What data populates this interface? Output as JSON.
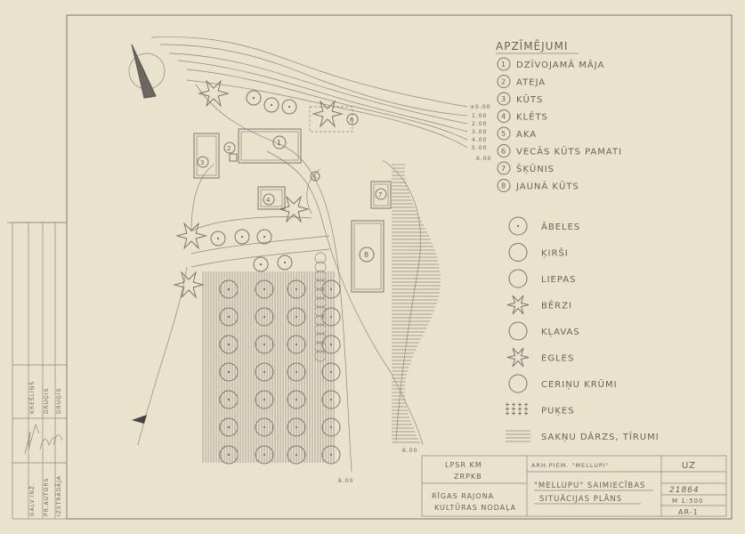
{
  "legend": {
    "title": "APZĪMĒJUMI",
    "numbered": [
      {
        "num": "1",
        "label": "DZĪVOJAMĀ MĀJA"
      },
      {
        "num": "2",
        "label": "ATEJA"
      },
      {
        "num": "3",
        "label": "KŪTS"
      },
      {
        "num": "4",
        "label": "KLĒTS"
      },
      {
        "num": "5",
        "label": "AKA"
      },
      {
        "num": "6",
        "label": "VECĀS KŪTS PAMATI"
      },
      {
        "num": "7",
        "label": "ŠĶŪNIS"
      },
      {
        "num": "8",
        "label": "JAUNĀ KŪTS"
      }
    ],
    "symbols": [
      {
        "icon": "apple-tree-icon",
        "label": "ĀBELES"
      },
      {
        "icon": "cherry-tree-icon",
        "label": "ĶIRŠI"
      },
      {
        "icon": "linden-tree-icon",
        "label": "LIEPAS"
      },
      {
        "icon": "birch-tree-icon",
        "label": "BĒRZI"
      },
      {
        "icon": "maple-tree-icon",
        "label": "KĻAVAS"
      },
      {
        "icon": "spruce-tree-icon",
        "label": "EGLES"
      },
      {
        "icon": "lilac-bush-icon",
        "label": "CERIŅU KRŪMI"
      },
      {
        "icon": "flowers-icon",
        "label": "PUĶES"
      },
      {
        "icon": "vegetable-garden-icon",
        "label": "SAKŅU DĀRZS, TĪRUMI"
      }
    ]
  },
  "contours": [
    "±0.00",
    "1.00",
    "2.00",
    "3.00",
    "4.00",
    "5.00",
    "6.00"
  ],
  "bottom_contours": [
    "6.00",
    "6.00"
  ],
  "title_block": {
    "org1": "LPSR KM",
    "org2": "ZRPKB",
    "org3": "RĪGAS RAJONA",
    "org4": "KULTŪRAS NODAĻA",
    "monument": "ARH.PIEM. \"MELLUPI\"",
    "title1": "\"MELLUPU\" SAIMIECĪBAS",
    "title2": "SITUĀCIJAS PLĀNS",
    "stage": "UZ",
    "number": "21864",
    "scale": "M 1:500",
    "sheet": "AR-1"
  },
  "signatures": {
    "roles": [
      "GALV.INŽ.",
      "PR.AUTORS",
      "IZSTRĀDĀJA"
    ],
    "names": [
      "KREŠLIŅŠ",
      "DRUĢIS",
      "DRUĢIS"
    ]
  }
}
